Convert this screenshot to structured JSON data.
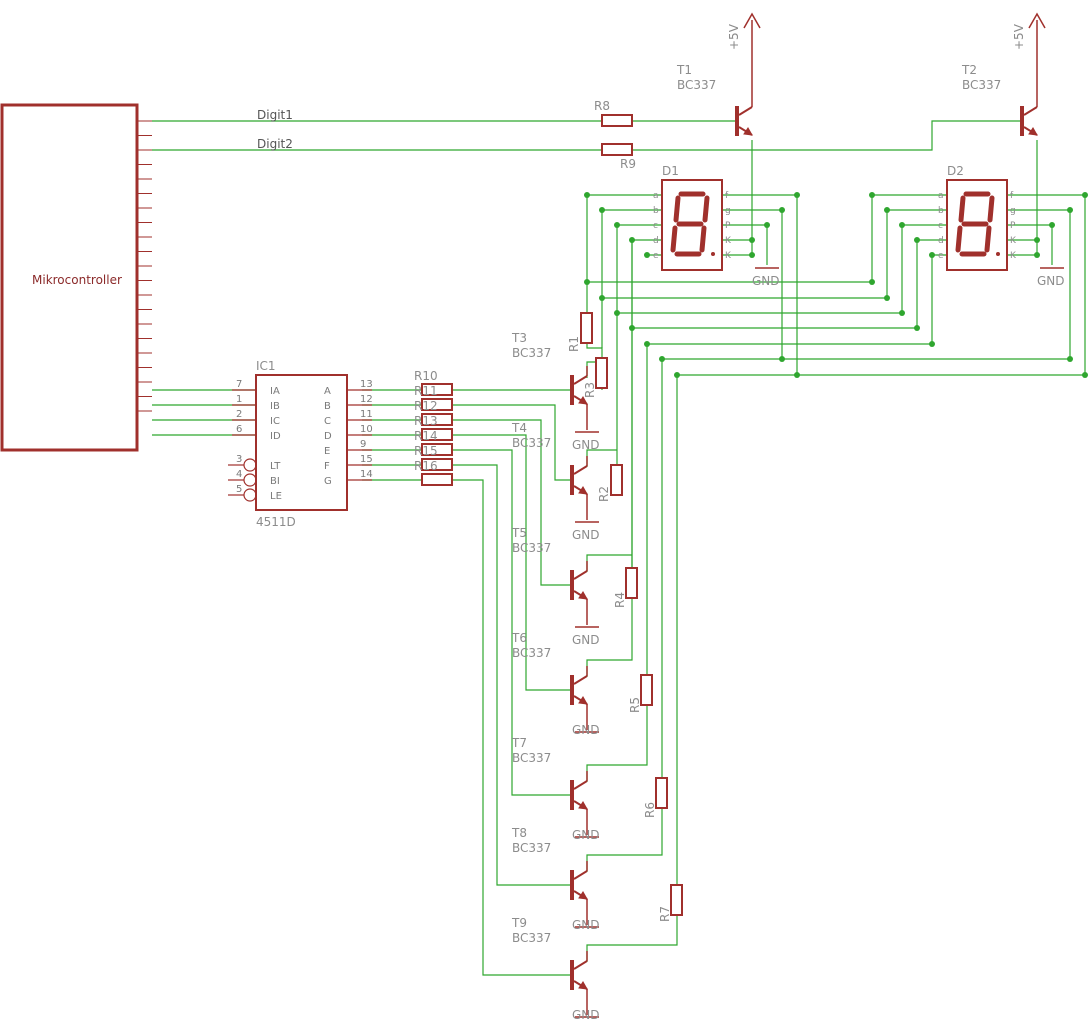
{
  "colors": {
    "component": "#a0302c",
    "wire": "#2fa62f",
    "junction": "#2fa62f",
    "text": "#8c8c8c"
  },
  "microcontroller": {
    "label": "Mikrocontroller"
  },
  "nets": {
    "digit1": "Digit1",
    "digit2": "Digit2"
  },
  "supply": {
    "vcc": "+5V",
    "gnd": "GND"
  },
  "ic1": {
    "name": "IC1",
    "part": "4511D",
    "left_pins": [
      {
        "num": "7",
        "name": "IA"
      },
      {
        "num": "1",
        "name": "IB"
      },
      {
        "num": "2",
        "name": "IC"
      },
      {
        "num": "6",
        "name": "ID"
      },
      {
        "num": "3",
        "name": "LT"
      },
      {
        "num": "4",
        "name": "BI"
      },
      {
        "num": "5",
        "name": "LE"
      }
    ],
    "right_pins": [
      {
        "num": "13",
        "name": "A"
      },
      {
        "num": "12",
        "name": "B"
      },
      {
        "num": "11",
        "name": "C"
      },
      {
        "num": "10",
        "name": "D"
      },
      {
        "num": "9",
        "name": "E"
      },
      {
        "num": "15",
        "name": "F"
      },
      {
        "num": "14",
        "name": "G"
      }
    ]
  },
  "segment_resistors": [
    "R10",
    "R11",
    "R12",
    "R13",
    "R14",
    "R15",
    "R16"
  ],
  "base_resistors": {
    "r8": "R8",
    "r9": "R9"
  },
  "pullup_resistors": [
    "R1",
    "R3",
    "R2",
    "R4",
    "R5",
    "R6",
    "R7"
  ],
  "digit_transistors": [
    {
      "name": "T1",
      "type": "BC337"
    },
    {
      "name": "T2",
      "type": "BC337"
    }
  ],
  "segment_transistors": [
    {
      "name": "T3",
      "type": "BC337"
    },
    {
      "name": "T4",
      "type": "BC337"
    },
    {
      "name": "T5",
      "type": "BC337"
    },
    {
      "name": "T6",
      "type": "BC337"
    },
    {
      "name": "T7",
      "type": "BC337"
    },
    {
      "name": "T8",
      "type": "BC337"
    },
    {
      "name": "T9",
      "type": "BC337"
    }
  ],
  "displays": [
    {
      "name": "D1",
      "left_pins": [
        "a",
        "b",
        "c",
        "d",
        "e"
      ],
      "right_pins": [
        "f",
        "g",
        "P",
        "K",
        "K"
      ]
    },
    {
      "name": "D2",
      "left_pins": [
        "a",
        "b",
        "c",
        "d",
        "e"
      ],
      "right_pins": [
        "f",
        "g",
        "P",
        "K",
        "K"
      ]
    }
  ]
}
